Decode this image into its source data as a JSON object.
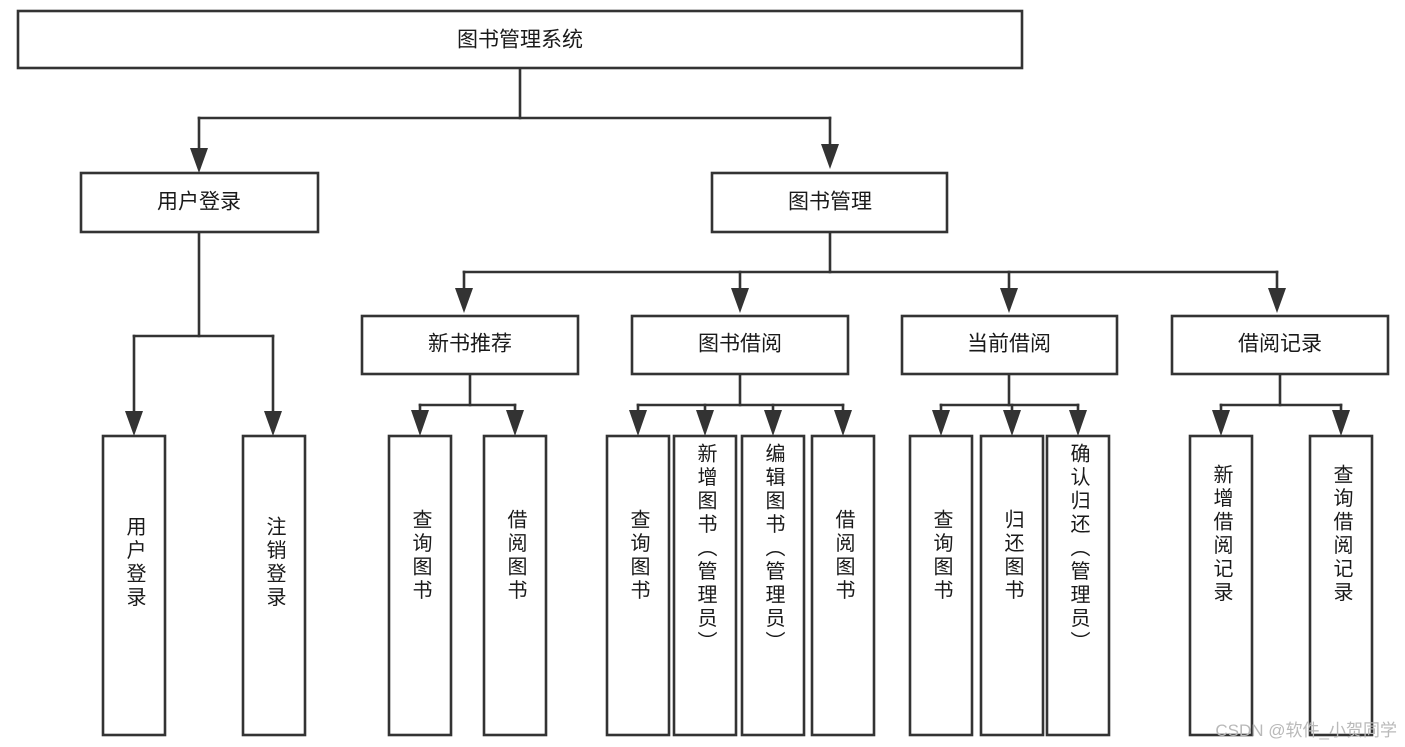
{
  "diagram": {
    "type": "hierarchy-tree",
    "title": "图书管理系统",
    "orientation": "top-down",
    "colors": {
      "box_stroke": "#333333",
      "box_fill": "#ffffff",
      "text": "#1a1a1a",
      "background": "#ffffff",
      "watermark": "#b9b9b9"
    },
    "levels": {
      "root": [
        "图书管理系统"
      ],
      "level2": [
        "用户登录",
        "图书管理"
      ],
      "level3": [
        "新书推荐",
        "图书借阅",
        "当前借阅",
        "借阅记录"
      ],
      "leaves": [
        "用户登录",
        "注销登录",
        "查询图书",
        "借阅图书",
        "查询图书",
        "新增图书（管理员）",
        "编辑图书（管理员）",
        "借阅图书",
        "查询图书",
        "归还图书",
        "确认归还（管理员）",
        "新增借阅记录",
        "查询借阅记录"
      ]
    },
    "nodes": {
      "root": {
        "label": "图书管理系统"
      },
      "user_login": {
        "label": "用户登录"
      },
      "book_manage": {
        "label": "图书管理"
      },
      "new_book_rec": {
        "label": "新书推荐"
      },
      "book_borrow": {
        "label": "图书借阅"
      },
      "current_borrow": {
        "label": "当前借阅"
      },
      "borrow_record": {
        "label": "借阅记录"
      },
      "leaf_user_login": {
        "label": "用户登录"
      },
      "leaf_logout": {
        "label": "注销登录"
      },
      "leaf_query_book_a": {
        "label": "查询图书"
      },
      "leaf_borrow_book_a": {
        "label": "借阅图书"
      },
      "leaf_query_book_b": {
        "label": "查询图书"
      },
      "leaf_add_book": {
        "label": "新增图书（管理员）"
      },
      "leaf_edit_book": {
        "label": "编辑图书（管理员）"
      },
      "leaf_borrow_book_b": {
        "label": "借阅图书"
      },
      "leaf_query_book_c": {
        "label": "查询图书"
      },
      "leaf_return_book": {
        "label": "归还图书"
      },
      "leaf_confirm_return": {
        "label": "确认归还（管理员）"
      },
      "leaf_add_record": {
        "label": "新增借阅记录"
      },
      "leaf_query_record": {
        "label": "查询借阅记录"
      }
    },
    "edges": [
      {
        "from": "root",
        "to": "user_login"
      },
      {
        "from": "root",
        "to": "book_manage"
      },
      {
        "from": "user_login",
        "to": "leaf_user_login"
      },
      {
        "from": "user_login",
        "to": "leaf_logout"
      },
      {
        "from": "book_manage",
        "to": "new_book_rec"
      },
      {
        "from": "book_manage",
        "to": "book_borrow"
      },
      {
        "from": "book_manage",
        "to": "current_borrow"
      },
      {
        "from": "book_manage",
        "to": "borrow_record"
      },
      {
        "from": "new_book_rec",
        "to": "leaf_query_book_a"
      },
      {
        "from": "new_book_rec",
        "to": "leaf_borrow_book_a"
      },
      {
        "from": "book_borrow",
        "to": "leaf_query_book_b"
      },
      {
        "from": "book_borrow",
        "to": "leaf_add_book"
      },
      {
        "from": "book_borrow",
        "to": "leaf_edit_book"
      },
      {
        "from": "book_borrow",
        "to": "leaf_borrow_book_b"
      },
      {
        "from": "current_borrow",
        "to": "leaf_query_book_c"
      },
      {
        "from": "current_borrow",
        "to": "leaf_return_book"
      },
      {
        "from": "current_borrow",
        "to": "leaf_confirm_return"
      },
      {
        "from": "borrow_record",
        "to": "leaf_add_record"
      },
      {
        "from": "borrow_record",
        "to": "leaf_query_record"
      }
    ]
  },
  "watermark": {
    "text": "CSDN @软件_小贺同学"
  }
}
